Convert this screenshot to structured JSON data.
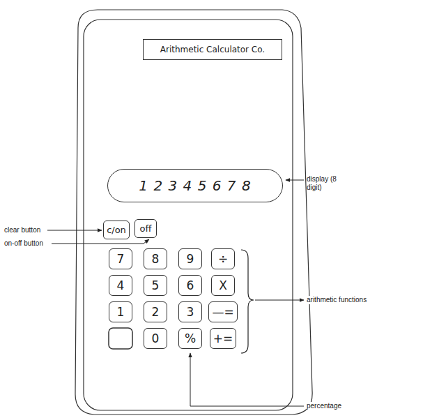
{
  "diagram": {
    "nodes": [
      {
        "text": [
          "Arithmetic Calculator Co."
        ]
      },
      {
        "text": [
          "1 2 3 4 5 6 7 8"
        ]
      },
      {
        "text": [
          "c/on"
        ]
      },
      {
        "text": [
          "off"
        ]
      },
      {
        "text": [
          "7"
        ]
      },
      {
        "text": [
          "8"
        ]
      },
      {
        "text": [
          "9"
        ]
      },
      {
        "text": [
          "÷"
        ]
      },
      {
        "text": [
          "4"
        ]
      },
      {
        "text": [
          "5"
        ]
      },
      {
        "text": [
          "6"
        ]
      },
      {
        "text": [
          "X"
        ]
      },
      {
        "text": [
          "1"
        ]
      },
      {
        "text": [
          "2"
        ]
      },
      {
        "text": [
          "3"
        ]
      },
      {
        "text": [
          "—="
        ]
      },
      {
        "text": [
          "0"
        ]
      },
      {
        "text": [
          "%"
        ]
      },
      {
        "text": [
          "+="
        ]
      }
    ],
    "labels": [
      "display (8 digit)",
      "clear button",
      "on-off button",
      "arithmetic functions",
      "percentage"
    ]
  }
}
